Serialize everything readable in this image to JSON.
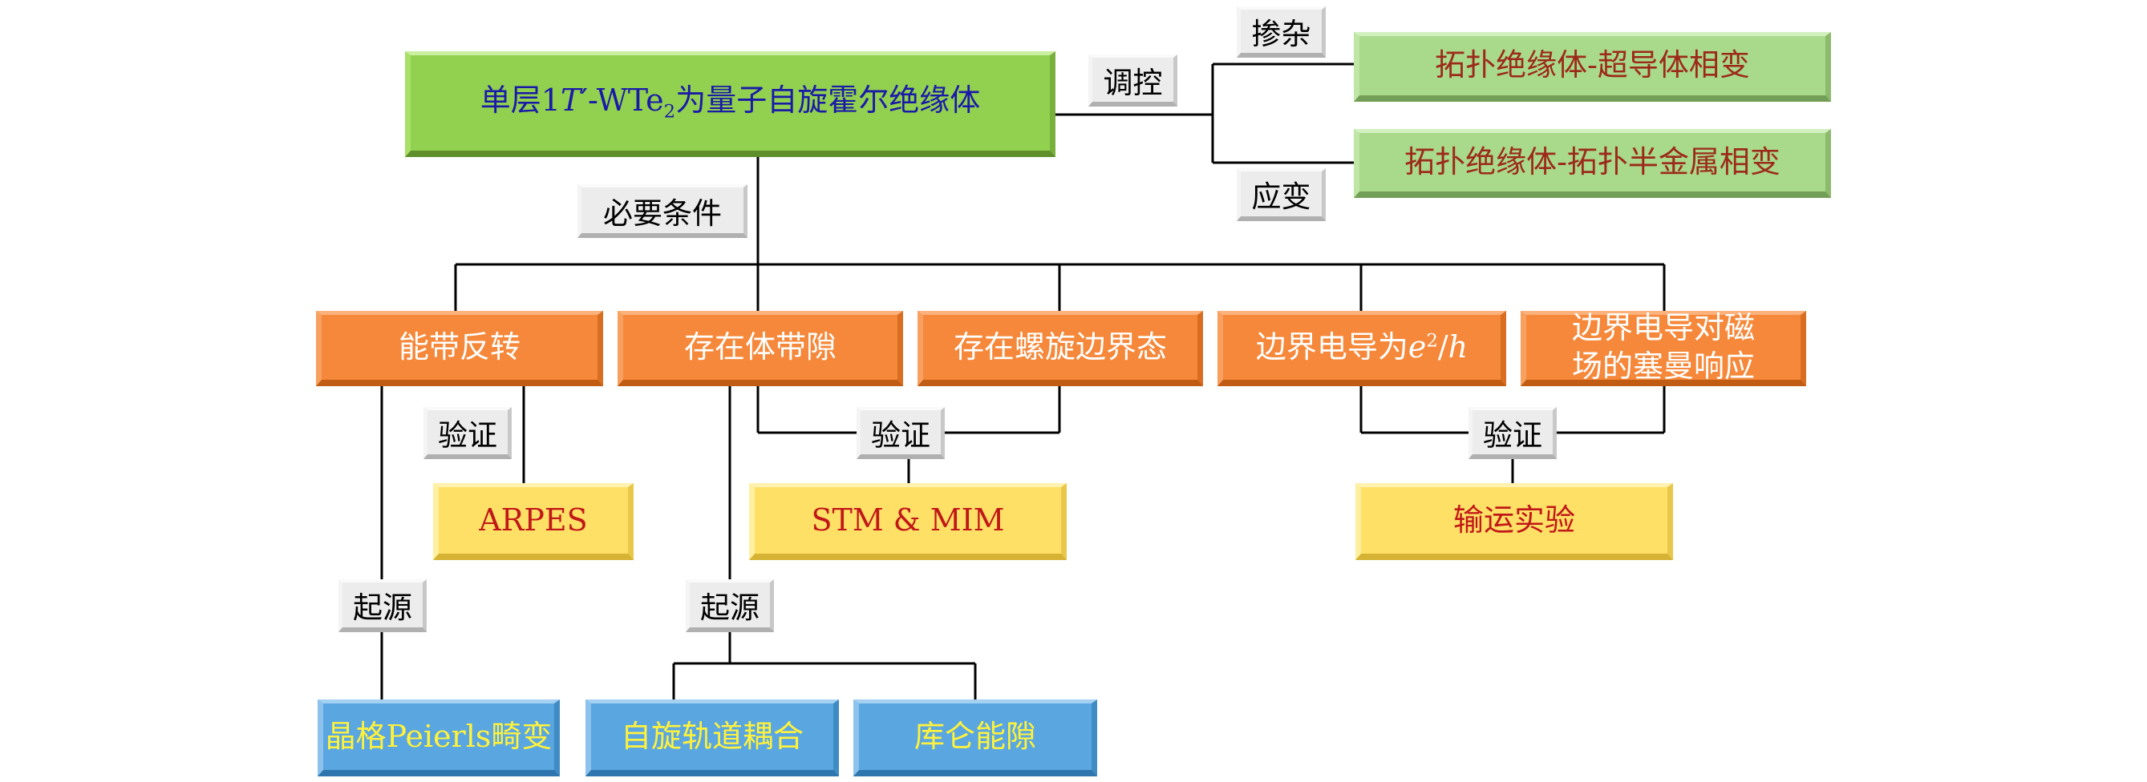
{
  "diagram": {
    "root": {
      "text_a": "单层1",
      "text_b": "T",
      "text_c": "′-WTe",
      "text_d": "2",
      "text_e": "为量子自旋霍尔绝缘体"
    },
    "tuning": {
      "label": "调控",
      "doping_label": "掺杂",
      "strain_label": "应变",
      "phase1": "拓扑绝缘体-超导体相变",
      "phase2": "拓扑绝缘体-拓扑半金属相变"
    },
    "necessary_label": "必要条件",
    "conditions": {
      "band_inversion": "能带反转",
      "bulk_gap": "存在体带隙",
      "helical_edge": "存在螺旋边界态",
      "edge_conductance_a": "边界电导为",
      "edge_conductance_e": "e",
      "edge_conductance_sup": "2",
      "edge_conductance_b": "/",
      "edge_conductance_h": "h",
      "zeeman_line1": "边界电导对磁",
      "zeeman_line2": "场的塞曼响应"
    },
    "verify_label": "验证",
    "origin_label": "起源",
    "methods": {
      "arpes": "ARPES",
      "stm_mim": "STM & MIM",
      "transport": "输运实验"
    },
    "origins": {
      "peierls": "晶格Peierls畸变",
      "soc": "自旋轨道耦合",
      "coulomb": "库仑能隙"
    }
  }
}
